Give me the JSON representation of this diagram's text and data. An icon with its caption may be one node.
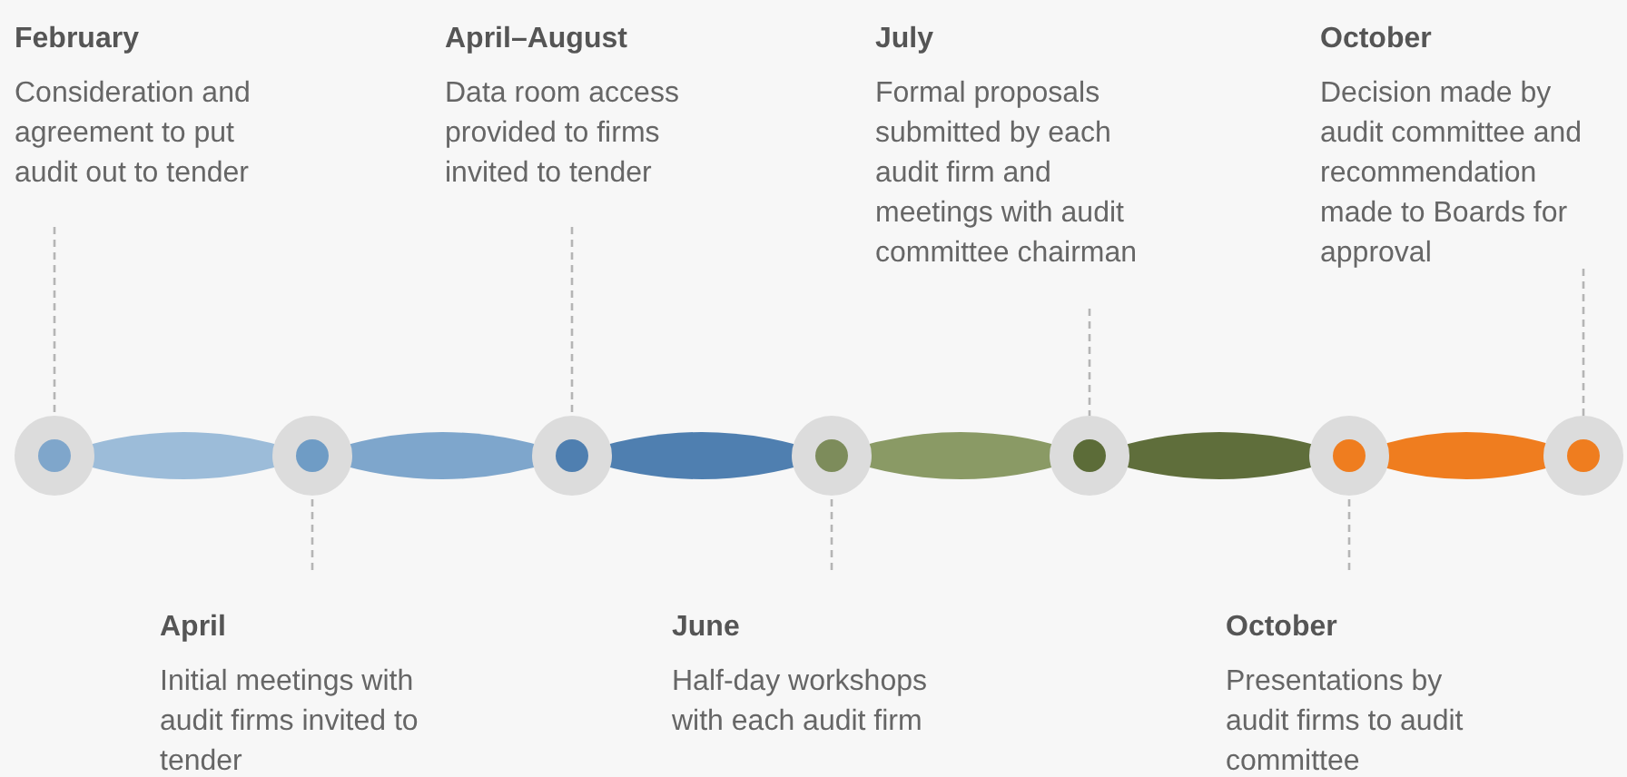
{
  "diagram": {
    "nodes": [
      {
        "text": [
          "February",
          "Consideration and agreement to put audit out to tender"
        ]
      },
      {
        "text": [
          "April",
          "Initial meetings with audit firms invited to tender"
        ]
      },
      {
        "text": [
          "April–August",
          "Data room access provided to firms invited to tender"
        ]
      },
      {
        "text": [
          "June",
          "Half-day workshops with each audit firm"
        ]
      },
      {
        "text": [
          "July",
          "Formal proposals submitted by each audit firm and meetings with audit committee chairman"
        ]
      },
      {
        "text": [
          "October",
          "Presentations by audit firms to audit committee"
        ]
      },
      {
        "text": [
          "October",
          "Decision made by audit committee and recommendation made to Boards for approval"
        ]
      },
      {
        "text": [],
        "shape": "circle"
      },
      {
        "text": [],
        "shape": "circle"
      },
      {
        "text": [],
        "shape": "circle"
      },
      {
        "text": [],
        "shape": "circle"
      },
      {
        "text": [],
        "shape": "circle"
      },
      {
        "text": [],
        "shape": "circle"
      },
      {
        "text": [],
        "shape": "circle"
      }
    ],
    "edges": [
      {
        "from": 0,
        "to": 7,
        "arrow": "none",
        "style": "dashed"
      },
      {
        "from": 1,
        "to": 8,
        "arrow": "none",
        "style": "dashed"
      },
      {
        "from": 2,
        "to": 9,
        "arrow": "none",
        "style": "dashed"
      },
      {
        "from": 3,
        "to": 10,
        "arrow": "none",
        "style": "dashed"
      },
      {
        "from": 4,
        "to": 11,
        "arrow": "none",
        "style": "dashed"
      },
      {
        "from": 5,
        "to": 12,
        "arrow": "none",
        "style": "dashed"
      },
      {
        "from": 6,
        "to": 13,
        "arrow": "none",
        "style": "dashed"
      }
    ]
  }
}
